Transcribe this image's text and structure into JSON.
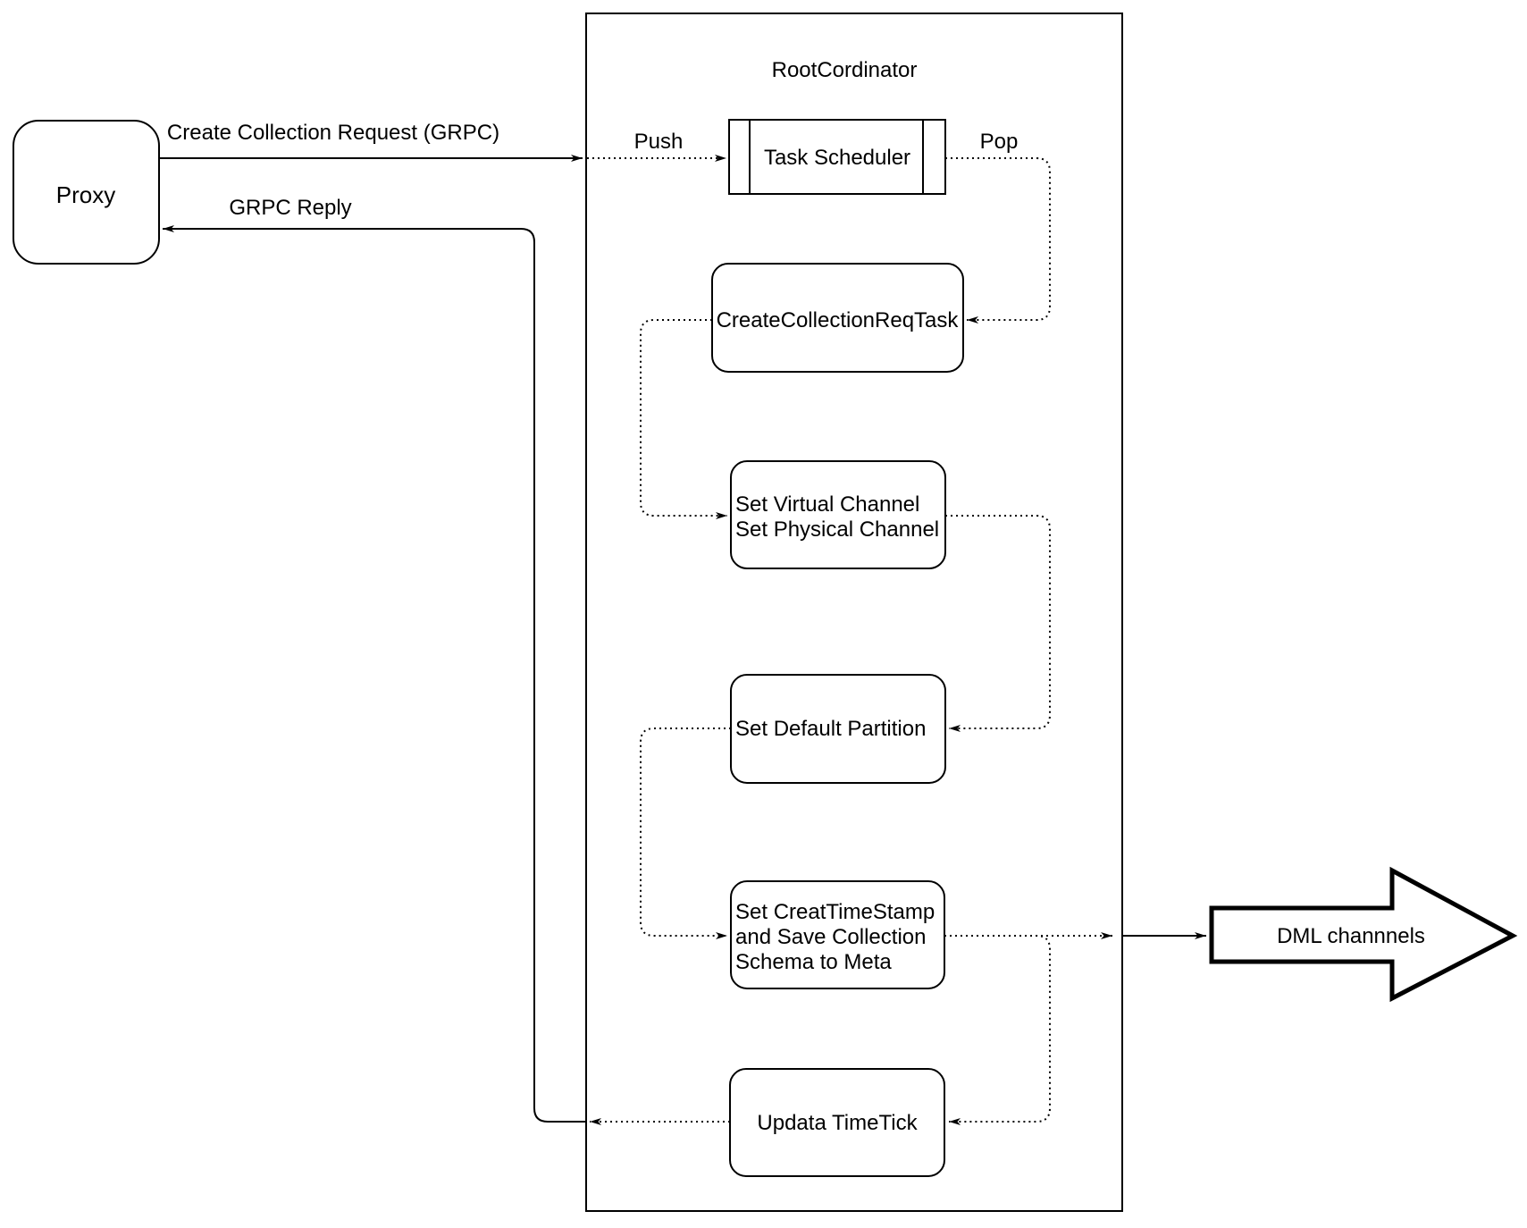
{
  "diagram": {
    "background_color": "#ffffff",
    "stroke_color": "#000000",
    "nodes": {
      "proxy": {
        "label": "Proxy"
      },
      "root_coordinator": {
        "label": "RootCordinator"
      },
      "task_scheduler": {
        "label": "Task Scheduler"
      },
      "create_collection_req_task": {
        "label": "CreateCollectionReqTask"
      },
      "set_channels": {
        "line1": "Set Virtual Channel",
        "line2": "Set Physical Channel"
      },
      "set_default_partition": {
        "label": "Set Default Partition"
      },
      "set_timestamp_save_schema": {
        "line1": "Set CreatTimeStamp",
        "line2": "and Save Collection",
        "line3": "Schema to Meta"
      },
      "update_timetick": {
        "label": "Updata TimeTick"
      },
      "dml_channels": {
        "label": "DML channnels"
      }
    },
    "edges": {
      "create_collection_request": {
        "label": "Create Collection Request (GRPC)"
      },
      "grpc_reply": {
        "label": "GRPC Reply"
      },
      "push": {
        "label": "Push"
      },
      "pop": {
        "label": "Pop"
      }
    }
  }
}
